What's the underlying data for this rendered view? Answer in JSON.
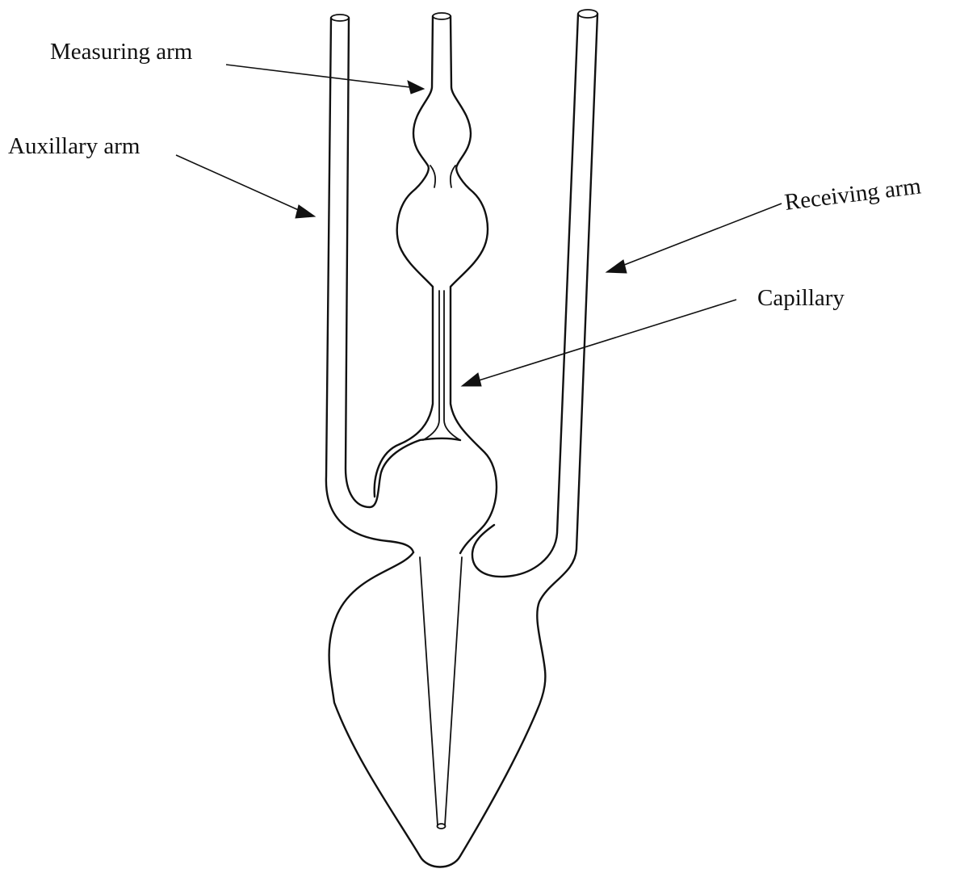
{
  "labels": {
    "measuring_arm": "Measuring arm",
    "auxiliary_arm": "Auxillary arm",
    "receiving_arm": "Receiving arm",
    "capillary": "Capillary"
  },
  "colors": {
    "line": "#111111",
    "background": "#ffffff"
  }
}
